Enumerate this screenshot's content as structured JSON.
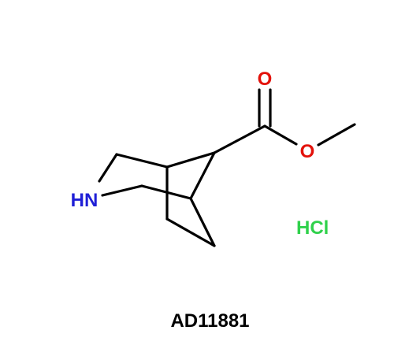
{
  "molecule": {
    "atoms": {
      "oxygen_carbonyl": "O",
      "oxygen_ester": "O",
      "nitrogen": "HN"
    },
    "salt_label": "HCl",
    "compound_id": "AD11881"
  },
  "colors": {
    "bond": "#000000",
    "oxygen": "#e3120b",
    "nitrogen": "#1f1fd6",
    "chlorine_salt": "#2fd14b",
    "caption": "#000000"
  }
}
